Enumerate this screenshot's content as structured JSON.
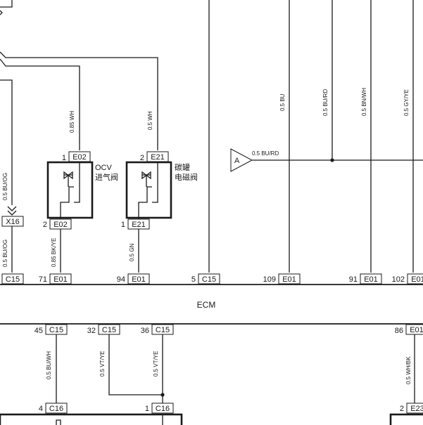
{
  "ecm_label": "ECM",
  "top_left": {
    "conn": "X16"
  },
  "wires": {
    "w_ocv_top": "0.85 WH",
    "w_can_top": "0.5 WH",
    "w_x16_top": "0.5 BU/OG",
    "w_x16_bot": "0.5 BU/OG",
    "w_ocv_bot": "0.85 BK/YE",
    "w_can_bot": "0.5 GN",
    "w_109": "0.5 BU",
    "w_burd": "0.5 BU/RD",
    "w_91": "0.5 BN/WH",
    "w_102": "0.5 GY/YE",
    "w_a": "0.5 BU/RD",
    "w_45": "0.5 BU/WH",
    "w_32": "0.5 VT/YE",
    "w_36": "0.5 VT/YE",
    "w_86": "0.5 WH/BK"
  },
  "ocv": {
    "name": "OCV",
    "name_cn": "进气阀",
    "pin_top": "1",
    "conn_top": "E02",
    "pin_bot": "2",
    "conn_bot": "E02"
  },
  "canister": {
    "name_cn1": "碳罐",
    "name_cn2": "电磁阀",
    "pin_top": "2",
    "conn_top": "E21",
    "pin_bot": "1",
    "conn_bot": "E21"
  },
  "ref_a": "A",
  "ecm_top_pins": [
    {
      "pin": "",
      "conn": "C15"
    },
    {
      "pin": "71",
      "conn": "E01"
    },
    {
      "pin": "94",
      "conn": "E01"
    },
    {
      "pin": "5",
      "conn": "C15"
    },
    {
      "pin": "109",
      "conn": "E01"
    },
    {
      "pin": "91",
      "conn": "E01"
    },
    {
      "pin": "102",
      "conn": "E01"
    }
  ],
  "ecm_bottom_pins": [
    {
      "pin": "45",
      "conn": "C15"
    },
    {
      "pin": "32",
      "conn": "C15"
    },
    {
      "pin": "36",
      "conn": "C15"
    },
    {
      "pin": "86",
      "conn": "E01"
    }
  ],
  "lower_pins": [
    {
      "pin": "4",
      "conn": "C16"
    },
    {
      "pin": "1",
      "conn": "C16"
    },
    {
      "pin": "2",
      "conn": "E23"
    }
  ]
}
